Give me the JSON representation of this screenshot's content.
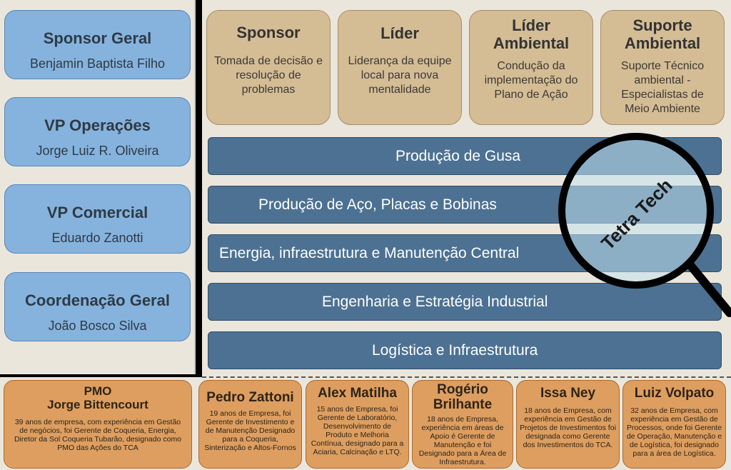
{
  "left_roles": [
    {
      "title": "Sponsor Geral",
      "name": "Benjamin Baptista Filho"
    },
    {
      "title": "VP Operações",
      "name": "Jorge Luiz R. Oliveira"
    },
    {
      "title": "VP Comercial",
      "name": "Eduardo Zanotti"
    },
    {
      "title": "Coordenação Geral",
      "name": "João Bosco Silva"
    }
  ],
  "top_roles": [
    {
      "title": "Sponsor",
      "desc": "Tomada de decisão e resolução de problemas"
    },
    {
      "title": "Líder",
      "desc": "Liderança da equipe local para nova mentalidade"
    },
    {
      "title": "Líder Ambiental",
      "desc": "Condução da implementação do Plano de Ação"
    },
    {
      "title": "Suporte Ambiental",
      "desc": "Suporte Técnico ambiental - Especialistas de Meio Ambiente"
    }
  ],
  "areas": [
    "Produção de Gusa",
    "Produção de Aço, Placas e Bobinas",
    "Energia, infraestrutura e Manutenção Central",
    "Engenharia e Estratégia Industrial",
    "Logística e Infraestrutura"
  ],
  "magnifier_label": "Tetra Tech",
  "colors": {
    "blue_box": "#85b3de",
    "tan_box": "#d4bc95",
    "bar": "#4c7192",
    "orange_box": "#dd9e60",
    "panel_bg": "#ebe6dc"
  },
  "people": [
    {
      "title_line1": "PMO",
      "title_line2": "Jorge Bittencourt",
      "desc": "39 anos de empresa, com experiência em Gestão de negócios, foi Gerente de Coqueria, Energia, Diretor da Sol Coqueria Tubarão, designado como PMO das Ações do TCA"
    },
    {
      "title": "Pedro Zattoni",
      "desc": "19 anos de Empresa, foi Gerente de Investimento e de Manutenção Designado para a Coqueria, Sinterização e Altos-Fornos"
    },
    {
      "title": "Alex Matilha",
      "desc": "15 anos de Empresa, foi Gerente de Laboratório, Desenvolvimento de Produto e Melhoria Contínua, designado para a Aciaria, Calcinação e LTQ."
    },
    {
      "title": "Rogério Brilhante",
      "desc": "18 anos de Empresa, experiência em áreas de Apoio é Gerente de Manutenção e foi Designado para a Área de Infraestrutura."
    },
    {
      "title": "Issa Ney",
      "desc": "18 anos de Empresa, com experiência em Gestão de Projetos de Investimentos foi designada como Gerente dos Investimentos do TCA."
    },
    {
      "title": "Luiz Volpato",
      "desc": "32 anos de Empresa, com experiência em Gestão de Processos, onde foi Gerente de Operação, Manutenção e de Logística, foi designado para a área de Logística."
    }
  ]
}
